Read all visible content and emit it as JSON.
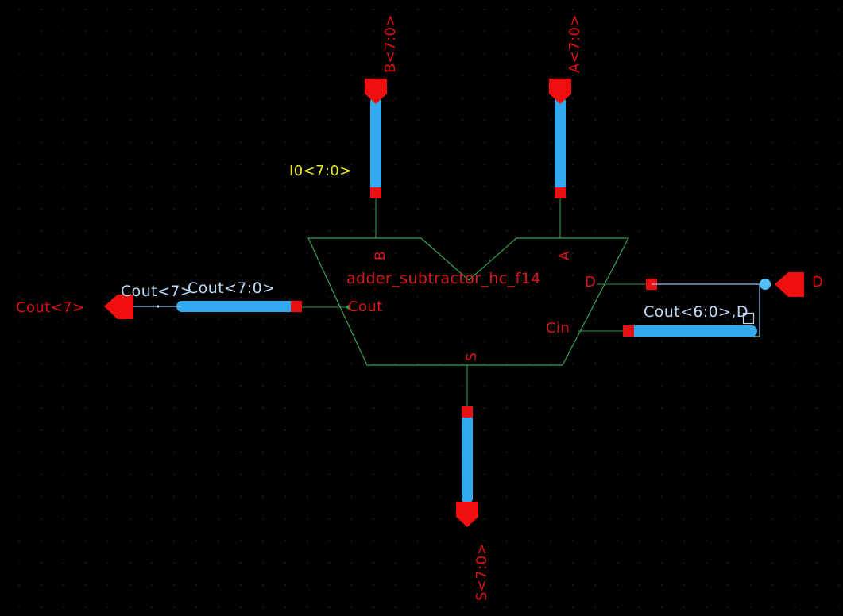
{
  "app": {
    "title": "Schematic Canvas",
    "background_color": "#000000",
    "grid_dot_color": "#1b1b1b"
  },
  "colors": {
    "symbol_outline": "#31a555",
    "symbol_text": "#d81818",
    "port_fill": "#e81010",
    "bus_wire": "#33aaee",
    "thin_wire": "#8fc6ee",
    "net_label": "#bcd9f5",
    "pin_label": "#e8e81c",
    "junction": "#55c0f5"
  },
  "symbol": {
    "instance_name": "adder_subtractor_hc_f14",
    "pin_labels": {
      "b": "B",
      "a": "A",
      "d": "D",
      "cin": "Cin",
      "cout": "Cout",
      "s": "S"
    }
  },
  "ports": [
    {
      "name": "port-b-top",
      "label": "B<7:0>",
      "direction": "input",
      "orientation": "down"
    },
    {
      "name": "port-a-top",
      "label": "A<7:0>",
      "direction": "input",
      "orientation": "down"
    },
    {
      "name": "port-cout-left",
      "label": "Cout<7>",
      "direction": "output",
      "orientation": "left"
    },
    {
      "name": "port-d-right",
      "label": "D",
      "direction": "input",
      "orientation": "left"
    },
    {
      "name": "port-s-bottom",
      "label": "S<7:0>",
      "direction": "output",
      "orientation": "down"
    }
  ],
  "net_labels": [
    {
      "name": "net-label-i0",
      "text": "I0<7:0>",
      "color": "yellow"
    },
    {
      "name": "net-label-cout-bit7",
      "text": "Cout<7>",
      "color": "net"
    },
    {
      "name": "net-label-cout-bus",
      "text": "Cout<7:0>",
      "color": "net"
    },
    {
      "name": "net-label-cout-concat",
      "text": "Cout<6:0>,D",
      "color": "net"
    }
  ],
  "selection": {
    "handle_visible": true,
    "handle_color": "#bcd9f5"
  }
}
